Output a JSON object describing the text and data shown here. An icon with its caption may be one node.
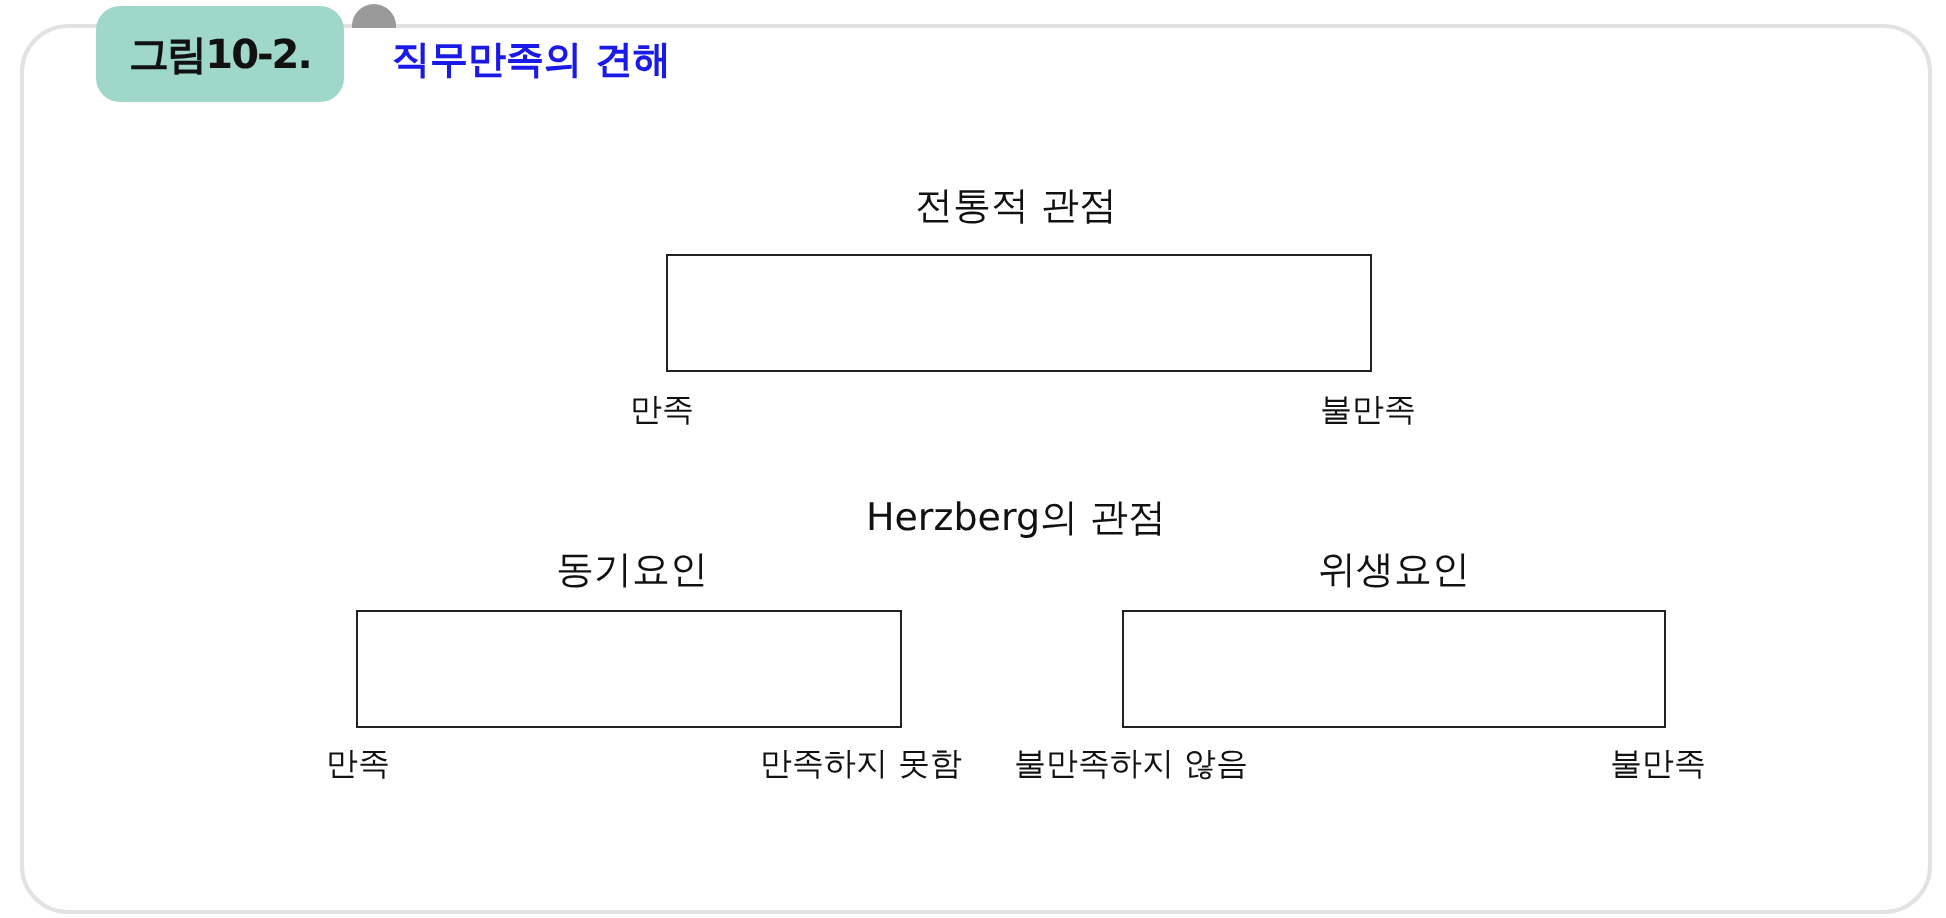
{
  "diagram": {
    "title": "직무만족의 견해",
    "nodes": [
      {
        "text": [
          "전통적 관점"
        ],
        "beside": [
          "만족",
          "불만족"
        ]
      },
      {
        "text": [
          "동기요인"
        ],
        "beside": [
          "만족",
          "만족하지 못함"
        ]
      },
      {
        "text": [
          "위생요인"
        ],
        "beside": [
          "불만족하지 않음",
          "불만족"
        ]
      }
    ],
    "labels": [
      "그림10-2.",
      "Herzberg의 관점"
    ]
  }
}
